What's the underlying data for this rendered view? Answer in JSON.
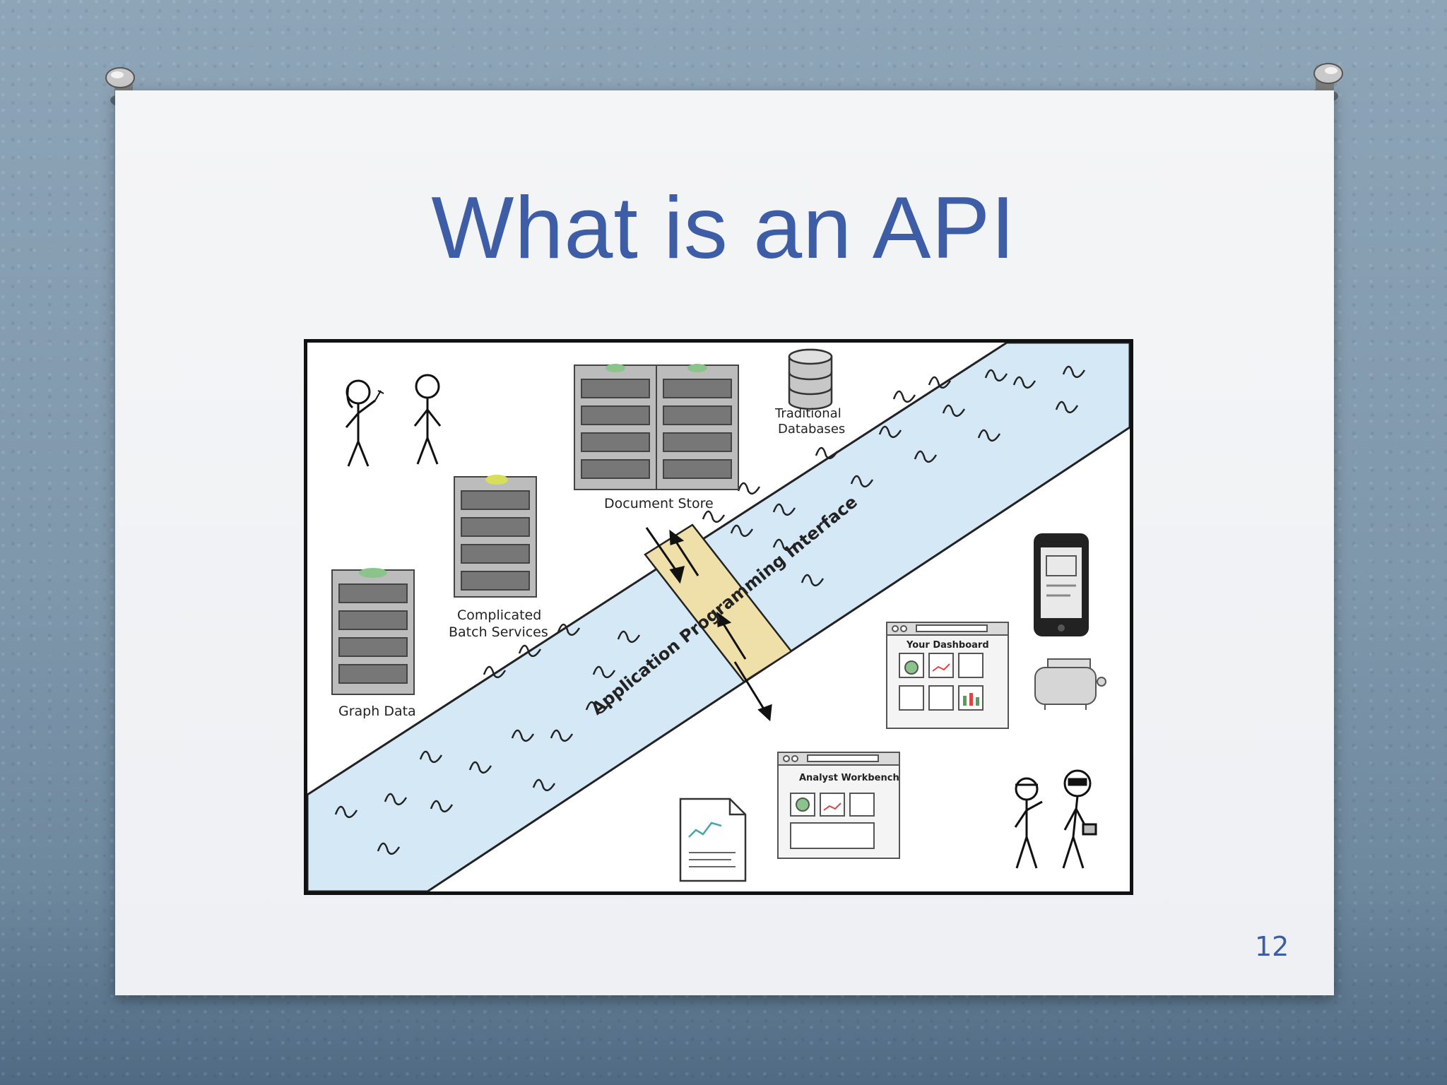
{
  "slide": {
    "title": "What is an API",
    "page_number": "12"
  },
  "figure": {
    "river_label": "Application Programming Interface",
    "labels": {
      "document_store": "Document Store",
      "traditional_databases_line1": "Traditional",
      "traditional_databases_line2": "Databases",
      "batch_services_line1": "Complicated",
      "batch_services_line2": "Batch Services",
      "graph_data": "Graph Data",
      "dashboard_title": "Your Dashboard",
      "workbench_title": "Analyst Workbench"
    }
  },
  "colors": {
    "title": "#3d5da6",
    "river": "#d4e8f5",
    "bridge": "#efdfa8",
    "background": "#7f97ab"
  }
}
